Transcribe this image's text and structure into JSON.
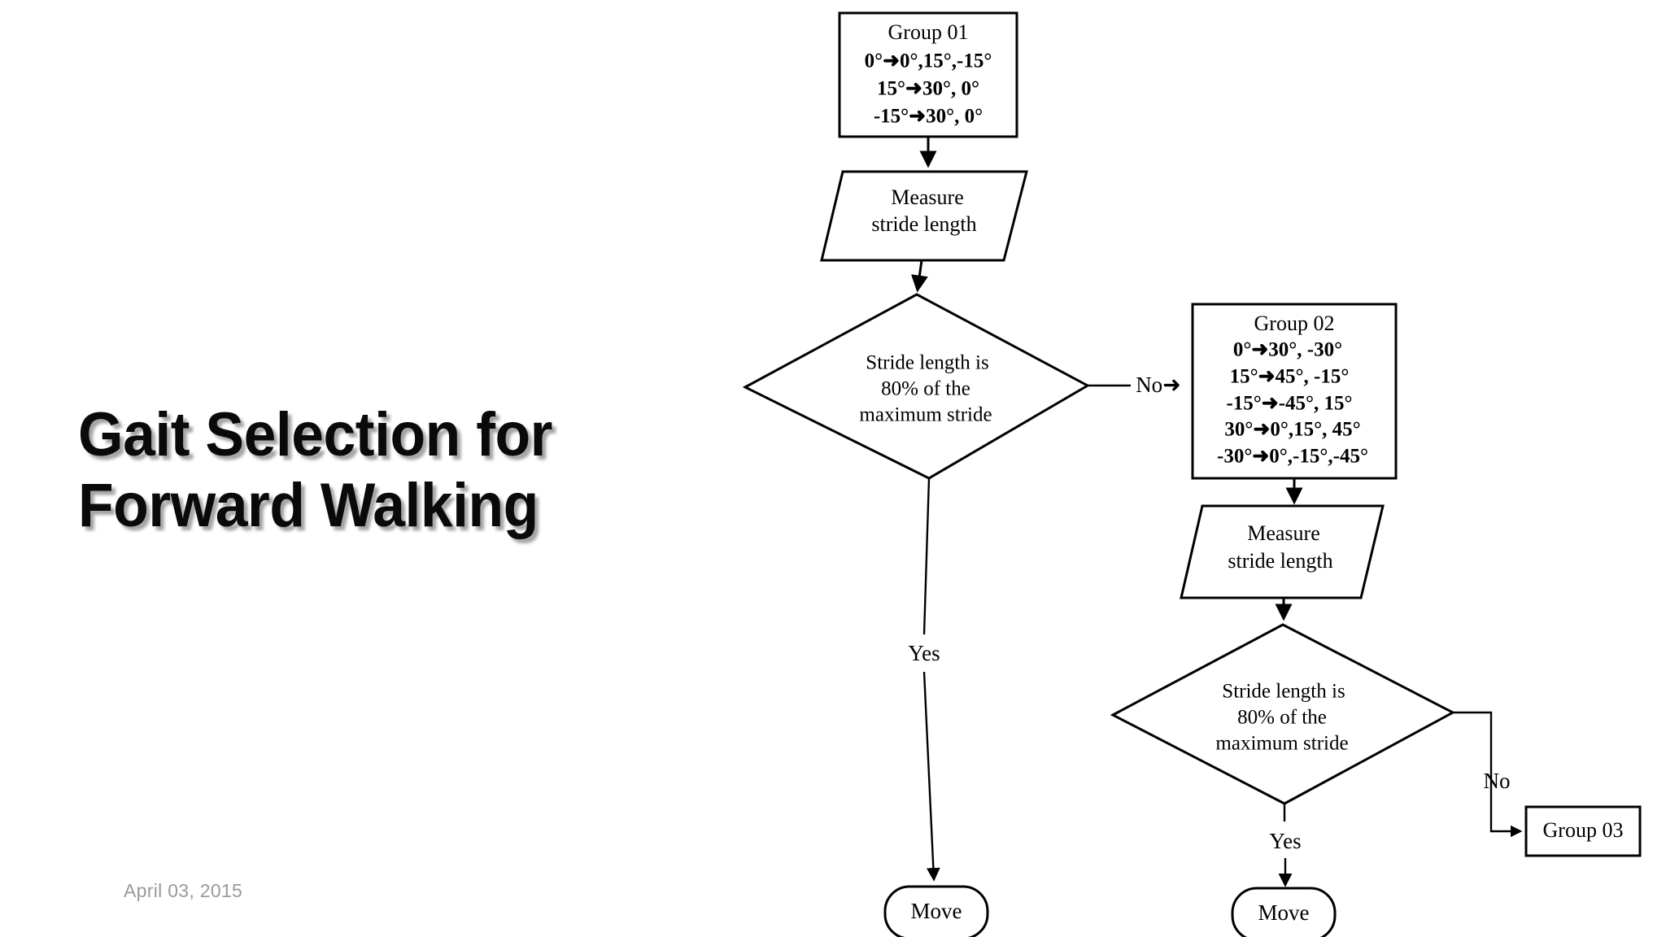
{
  "slide": {
    "title": "Gait Selection for\nForward Walking",
    "date": "April 03, 2015",
    "background_color": "#ffffff",
    "text_color": "#000000",
    "date_color": "#9a9a9a"
  },
  "flowchart": {
    "group01": {
      "heading": "Group 01",
      "lines": [
        "0°➜0°,15°,-15°",
        "15°➜30°, 0°",
        "-15°➜30°, 0°"
      ]
    },
    "group02": {
      "heading": "Group 02",
      "lines": [
        "0°➜30°, -30°",
        "15°➜45°, -15°",
        "-15°➜-45°, 15°",
        "30°➜0°,15°, 45°",
        "-30°➜0°,-15°,-45°"
      ]
    },
    "group03": {
      "label": "Group 03"
    },
    "measure_left": {
      "line1": "Measure",
      "line2": "stride length"
    },
    "measure_right": {
      "line1": "Measure",
      "line2": "stride length"
    },
    "decision_left": {
      "line1": "Stride length is",
      "line2": "80% of the",
      "line3": "maximum stride"
    },
    "decision_right": {
      "line1": "Stride length is",
      "line2": "80% of the",
      "line3": "maximum stride"
    },
    "terminal_left": {
      "label": "Move"
    },
    "terminal_right": {
      "label": "Move"
    },
    "edges": {
      "no_to_group02": "No➜",
      "yes_left": "Yes",
      "yes_right": "Yes",
      "no_to_group03": "No"
    }
  }
}
